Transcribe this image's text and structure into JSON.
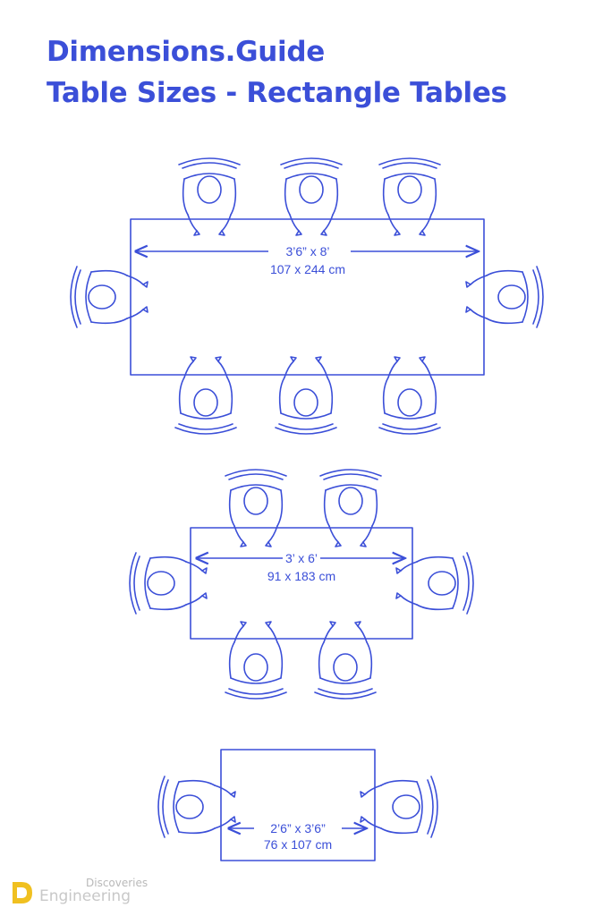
{
  "header": {
    "brand": "Dimensions.Guide",
    "title": "Table Sizes - Rectangle Tables"
  },
  "tables": [
    {
      "size_imperial": "3’6” x 8’",
      "size_metric": "107 x 244 cm",
      "seats": 8
    },
    {
      "size_imperial": "3’ x 6’",
      "size_metric": "91 x 183 cm",
      "seats": 6
    },
    {
      "size_imperial": "2’6” x 3’6”",
      "size_metric": "76 x 107 cm",
      "seats": 2
    }
  ],
  "watermark": {
    "top_text": "Discoveries",
    "main_text": "Engineering"
  },
  "colors": {
    "accent": "#3b4fd8"
  }
}
